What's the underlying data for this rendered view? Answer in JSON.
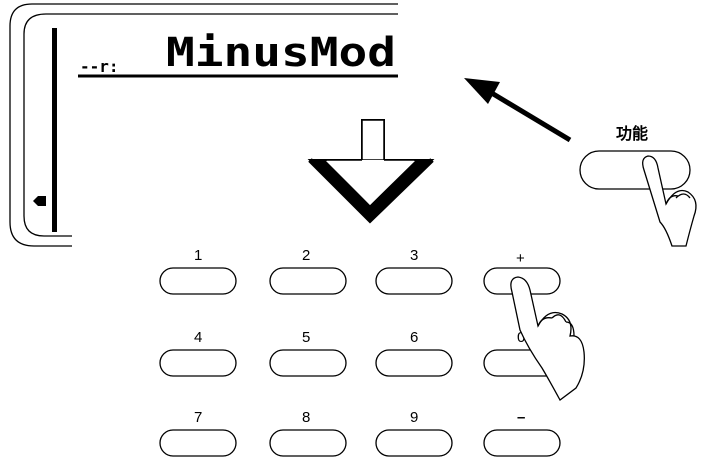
{
  "display": {
    "prefix": "--r:",
    "text": "MinusMod"
  },
  "function_key": {
    "label": "功能"
  },
  "keypad": {
    "keys": [
      "1",
      "2",
      "3",
      "+",
      "4",
      "5",
      "6",
      "0",
      "7",
      "8",
      "9",
      "–"
    ]
  }
}
